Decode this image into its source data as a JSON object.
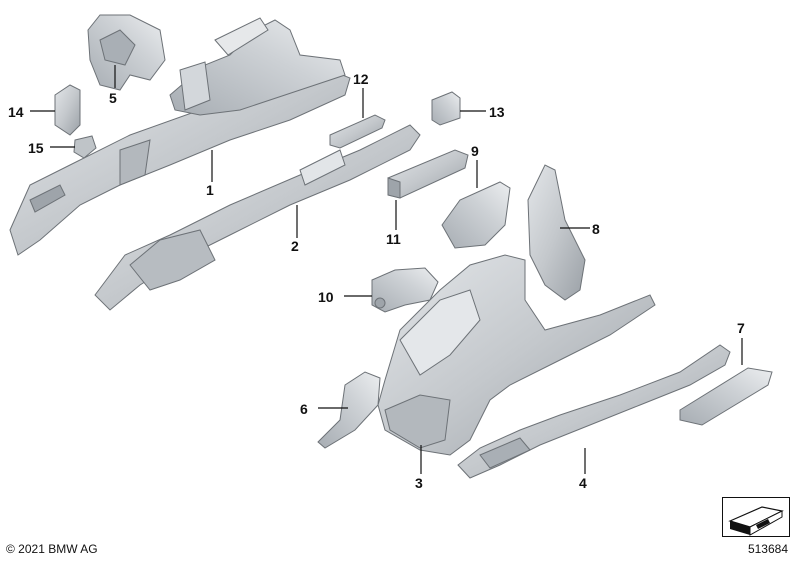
{
  "diagram": {
    "callouts": [
      {
        "id": "1",
        "label": "1"
      },
      {
        "id": "2",
        "label": "2"
      },
      {
        "id": "3",
        "label": "3"
      },
      {
        "id": "4",
        "label": "4"
      },
      {
        "id": "5",
        "label": "5"
      },
      {
        "id": "6",
        "label": "6"
      },
      {
        "id": "7",
        "label": "7"
      },
      {
        "id": "8",
        "label": "8"
      },
      {
        "id": "9",
        "label": "9"
      },
      {
        "id": "10",
        "label": "10"
      },
      {
        "id": "11",
        "label": "11"
      },
      {
        "id": "12",
        "label": "12"
      },
      {
        "id": "13",
        "label": "13"
      },
      {
        "id": "14",
        "label": "14"
      },
      {
        "id": "15",
        "label": "15"
      }
    ],
    "colors": {
      "part_fill": "#c9cdd1",
      "part_shade": "#9ea4aa",
      "part_light": "#e6e8ea",
      "outline": "#6d7277",
      "leader": "#111111"
    }
  },
  "footer": {
    "copyright": "© 2021 BMW AG",
    "diagram_number": "513684"
  }
}
